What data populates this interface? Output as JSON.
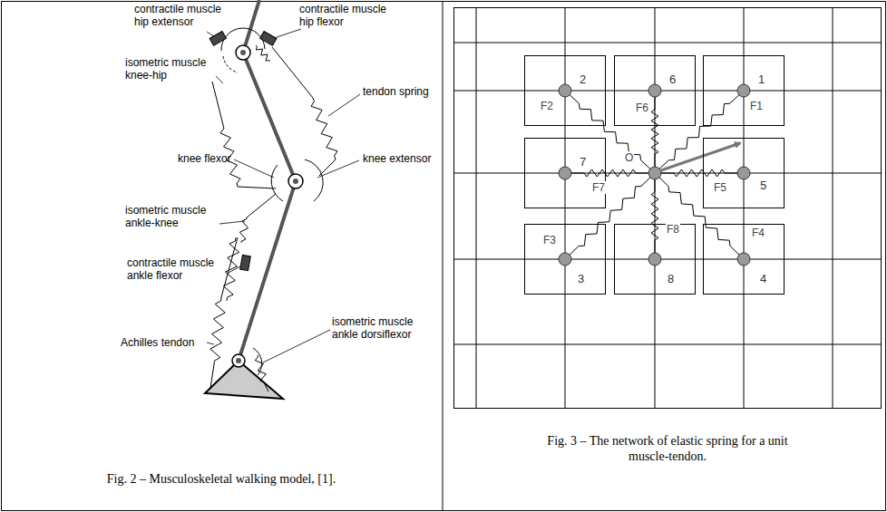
{
  "diagram": {
    "nodes": [
      {
        "text": [
          "2"
        ]
      },
      {
        "text": [
          "6"
        ]
      },
      {
        "text": [
          "1"
        ]
      },
      {
        "text": [
          "7"
        ]
      },
      {
        "text": [
          "5"
        ]
      },
      {
        "text": [
          "3"
        ]
      },
      {
        "text": [
          "8"
        ]
      },
      {
        "text": [
          "4"
        ]
      }
    ],
    "labels": [
      "contractile muscle hip extensor",
      "contractile muscle hip flexor",
      "isometric muscle knee-hip",
      "tendon spring",
      "knee flexor",
      "knee extensor",
      "isometric muscle ankle-knee",
      "contractile muscle ankle flexor",
      "isometric muscle ankle dorsiflexor",
      "Achilles tendon",
      "Fig. 2 – Musculoskeletal walking model, [1].",
      "O",
      "F2",
      "F6",
      "F1",
      "F5",
      "F7",
      "F8",
      "F3",
      "F4",
      "Fig. 3 – The network of elastic spring for a unit muscle-tendon."
    ]
  }
}
